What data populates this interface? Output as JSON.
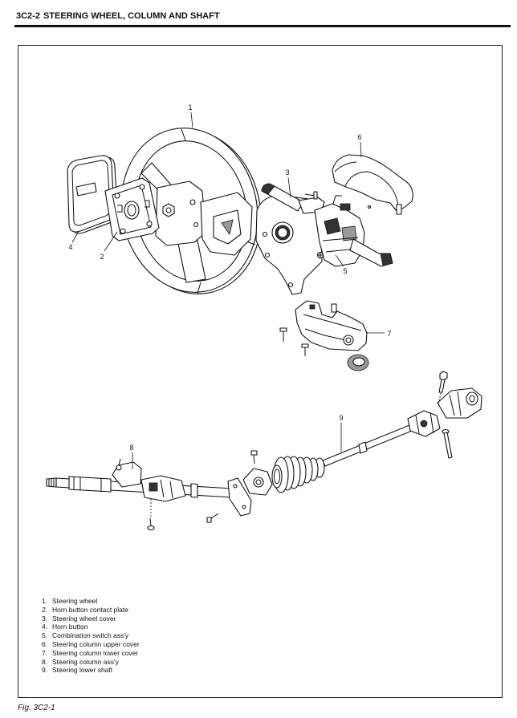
{
  "header": {
    "page_number": "3C2-2",
    "section_title": "STEERING WHEEL, COLUMN AND SHAFT"
  },
  "diagram": {
    "callouts": [
      "1",
      "2",
      "3",
      "4",
      "5",
      "6",
      "7",
      "8",
      "9"
    ],
    "legend": [
      {
        "num": "1.",
        "text": "Steering wheel"
      },
      {
        "num": "2.",
        "text": "Horn button contact plate"
      },
      {
        "num": "3.",
        "text": "Steering wheel cover"
      },
      {
        "num": "4.",
        "text": "Horn button"
      },
      {
        "num": "5.",
        "text": "Combination switch ass'y"
      },
      {
        "num": "6.",
        "text": "Steering column upper cover"
      },
      {
        "num": "7.",
        "text": "Steering column lower cover"
      },
      {
        "num": "8.",
        "text": "Steering column ass'y"
      },
      {
        "num": "9.",
        "text": "Steering lower shaft"
      }
    ]
  },
  "caption": "Fig. 3C2-1"
}
